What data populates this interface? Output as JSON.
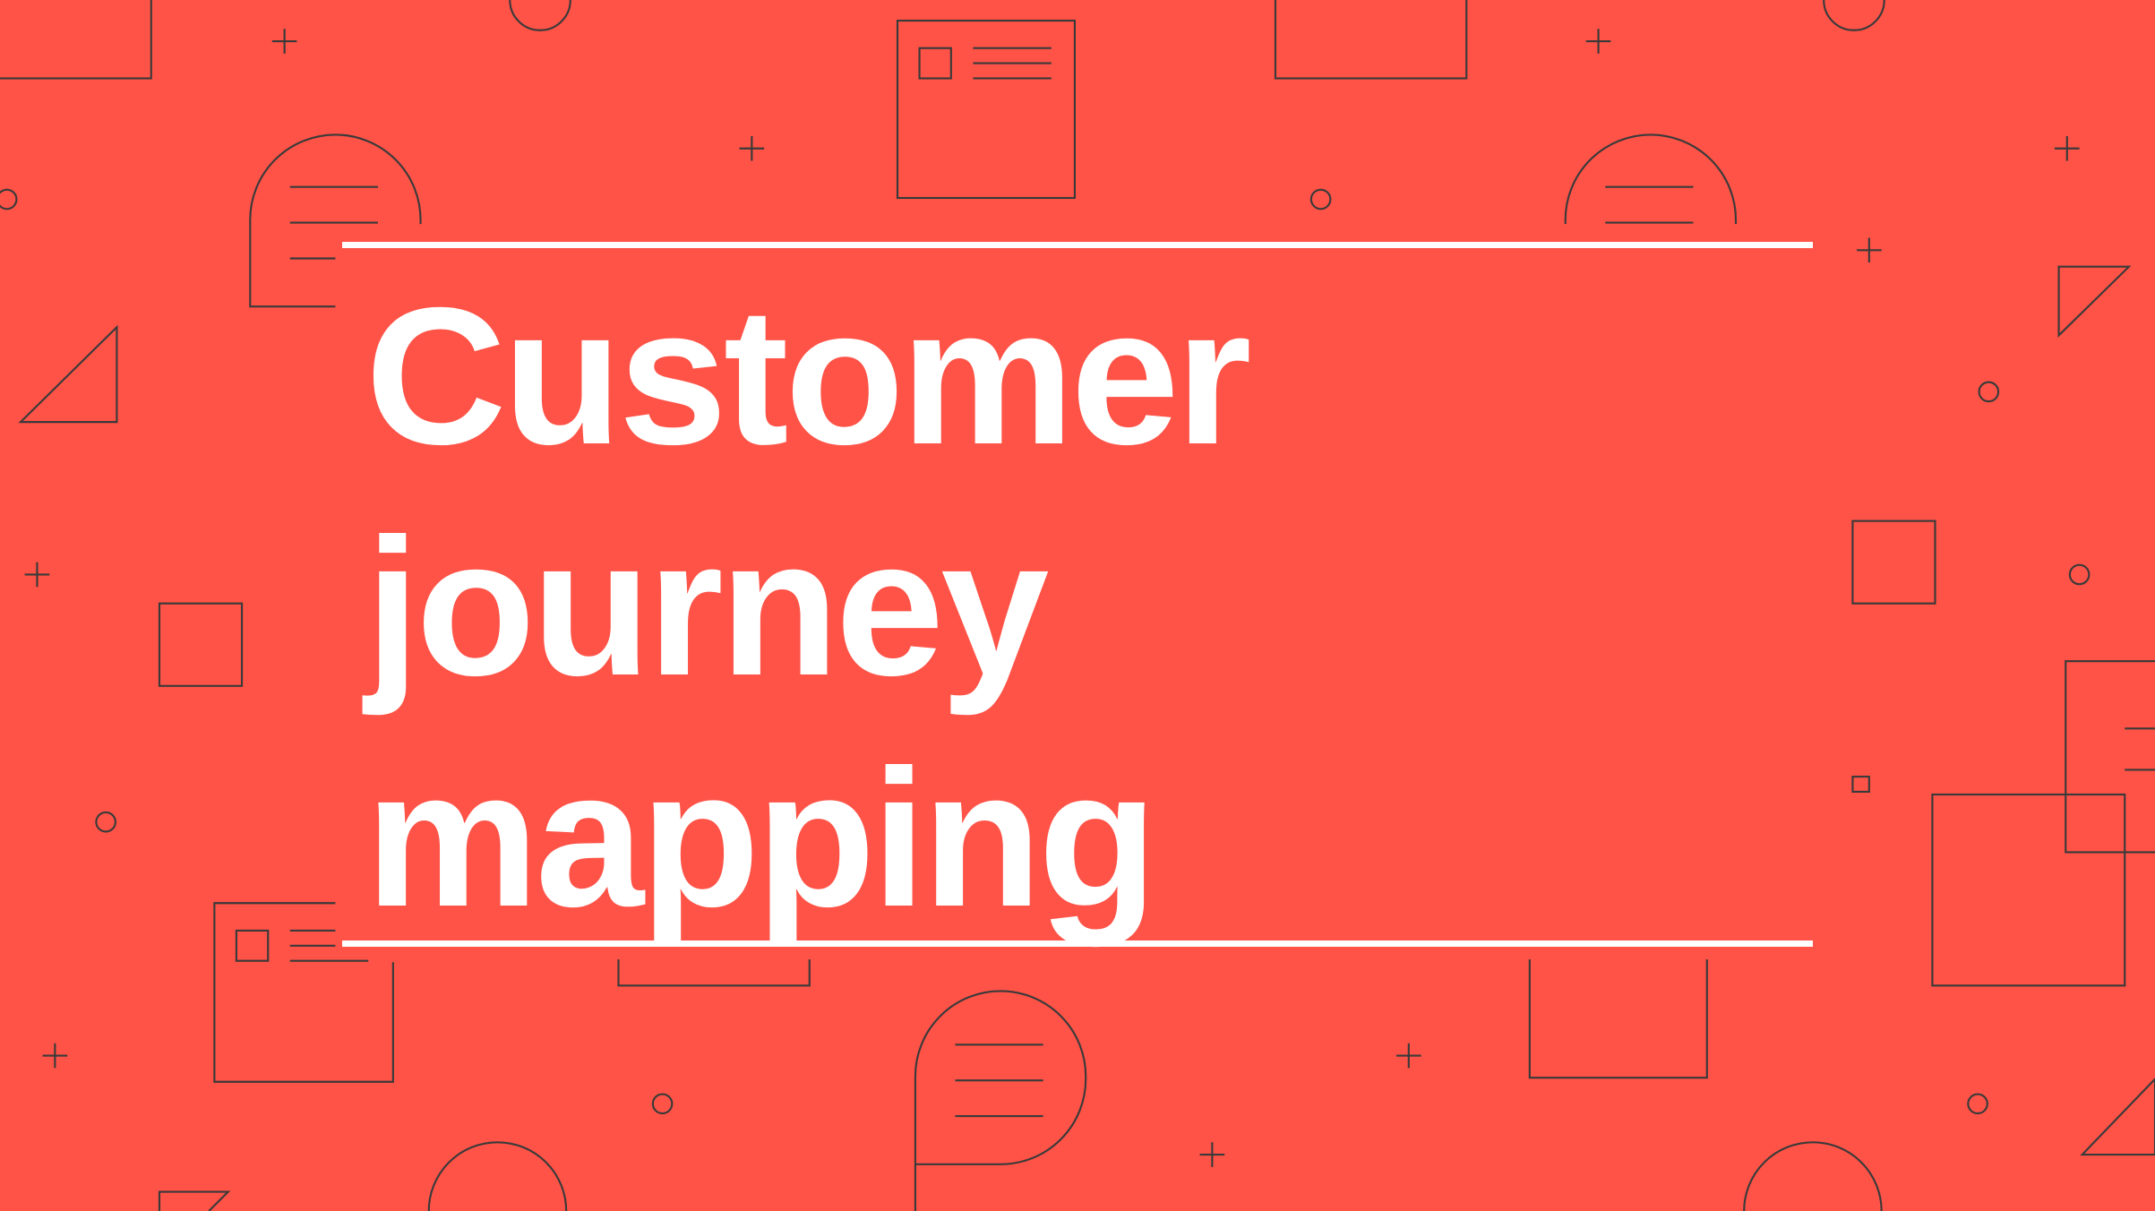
{
  "banner": {
    "title_lines": [
      "Customer",
      "journey",
      "mapping"
    ],
    "background_color": "#FF5347",
    "text_color": "#FFFFFF",
    "line_color": "#3A3A3A"
  },
  "decorations": {
    "icons": [
      "document-card-icon",
      "speech-bubble-icon",
      "square-icon",
      "triangle-icon",
      "circle-icon",
      "plus-icon",
      "rectangle-icon"
    ]
  }
}
